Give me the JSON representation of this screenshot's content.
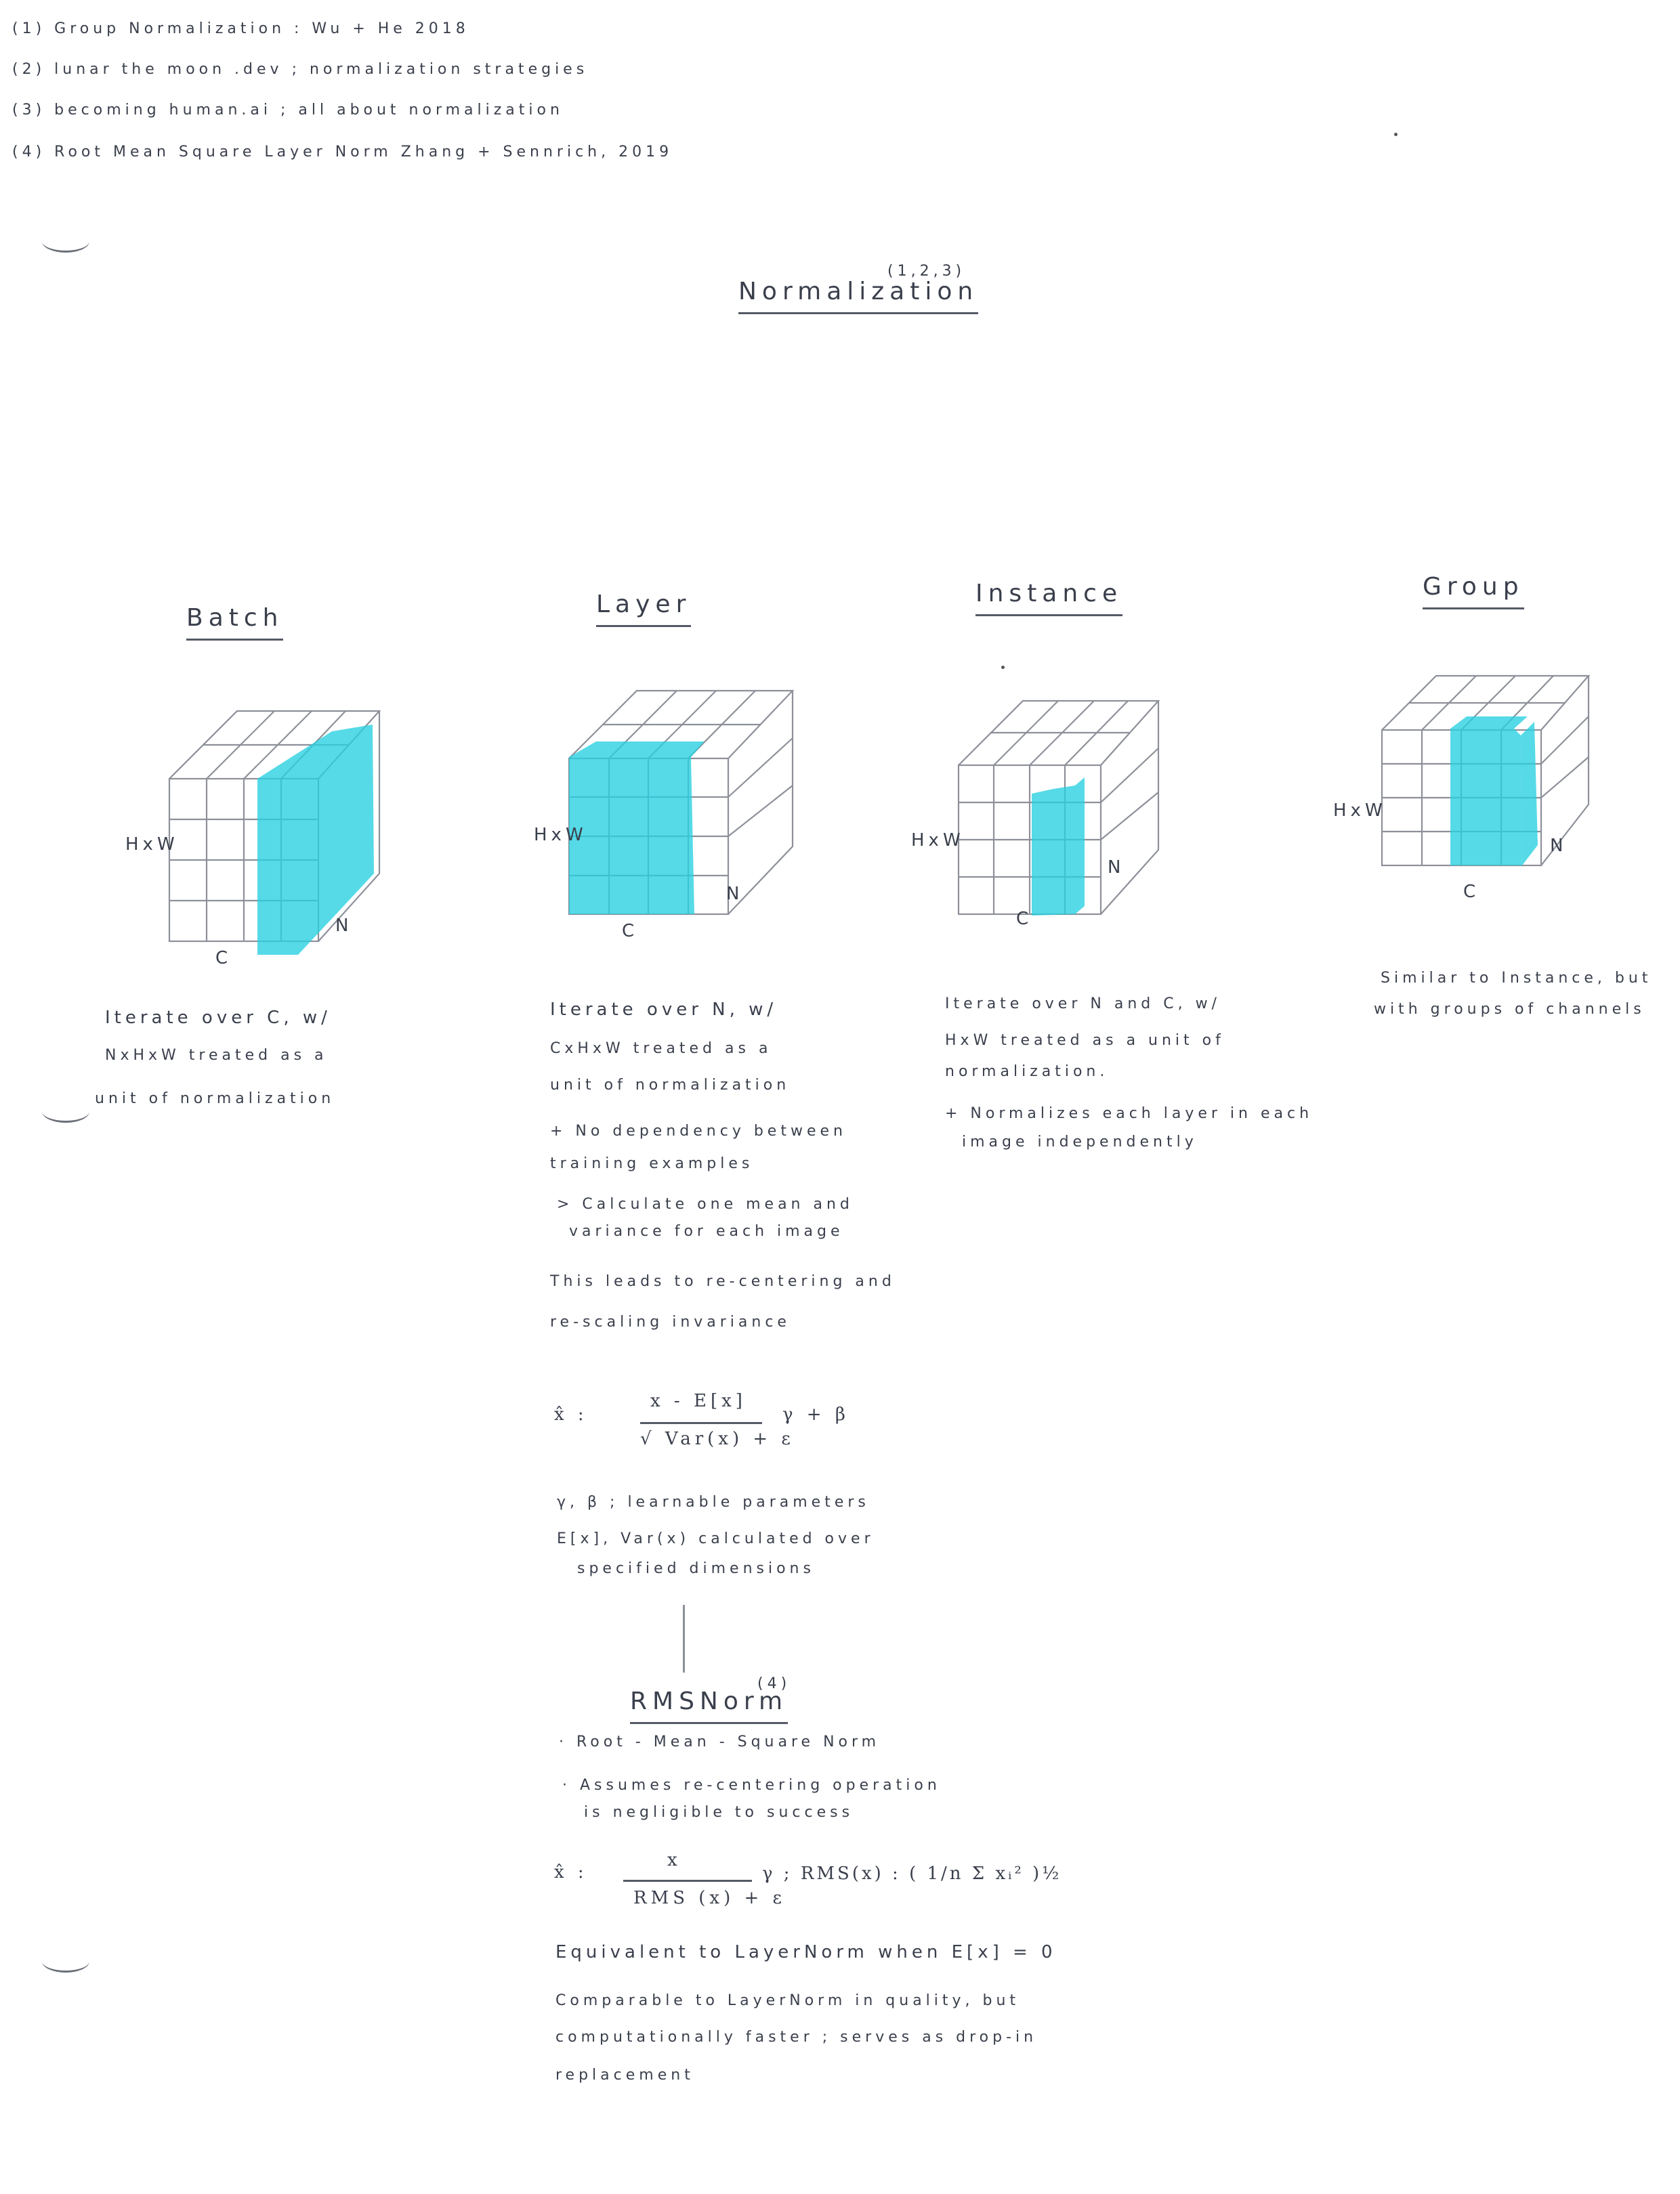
{
  "references": [
    "(1) Group Normalization : Wu + He 2018",
    "(2) lunar the moon .dev ; normalization strategies",
    "(3) becoming human.ai ; all about normalization",
    "(4) Root Mean Square Layer Norm Zhang + Sennrich, 2019"
  ],
  "main_title": "Normalization",
  "main_title_refs": "(1,2,3)",
  "panels": {
    "batch": {
      "title": "Batch",
      "axis_hw": "HxW",
      "axis_c": "C",
      "axis_n": "N",
      "desc": [
        "Iterate over C, w/",
        "NxHxW treated as a",
        "unit of normalization"
      ]
    },
    "layer": {
      "title": "Layer",
      "axis_hw": "HxW",
      "axis_c": "C",
      "axis_n": "N",
      "desc": [
        "Iterate over N, w/",
        "CxHxW treated as a",
        "unit of normalization"
      ],
      "notes": [
        "+ No dependency between",
        "training examples",
        "> Calculate one mean and",
        "variance for each image",
        "This leads to re-centering and",
        "re-scaling invariance"
      ]
    },
    "instance": {
      "title": "Instance",
      "axis_hw": "HxW",
      "axis_c": "C",
      "axis_n": "N",
      "desc": [
        "Iterate over N and C, w/",
        "HxW treated as a unit of",
        "normalization."
      ],
      "notes": [
        "+ Normalizes each layer in each",
        "image independently"
      ]
    },
    "group": {
      "title": "Group",
      "axis_hw": "HxW",
      "axis_c": "C",
      "axis_n": "N",
      "desc": [
        "Similar to Instance, but",
        "with groups of channels"
      ]
    }
  },
  "formula": {
    "lhs": "x̂ :",
    "numerator": "x - E[x]",
    "denominator": "√ Var(x) + ε",
    "rest": "γ + β",
    "params_line1": "γ, β ; learnable parameters",
    "params_line2": "E[x], Var(x) calculated over",
    "params_line3": "specified dimensions"
  },
  "rmsnorm": {
    "title": "RMSNorm",
    "ref": "(4)",
    "bullet1": "· Root - Mean - Square Norm",
    "bullet2a": "· Assumes re-centering operation",
    "bullet2b": "is negligible to success",
    "lhs": "x̂ :",
    "numerator": "x",
    "denominator": "RMS (x) + ε",
    "rest": "γ ; RMS(x) : ( 1/n Σ xᵢ² )½",
    "equiv": "Equivalent to LayerNorm when E[x] = 0",
    "comp1": "Comparable to LayerNorm in quality, but",
    "comp2": "computationally faster ; serves as drop-in",
    "comp3": "replacement"
  }
}
